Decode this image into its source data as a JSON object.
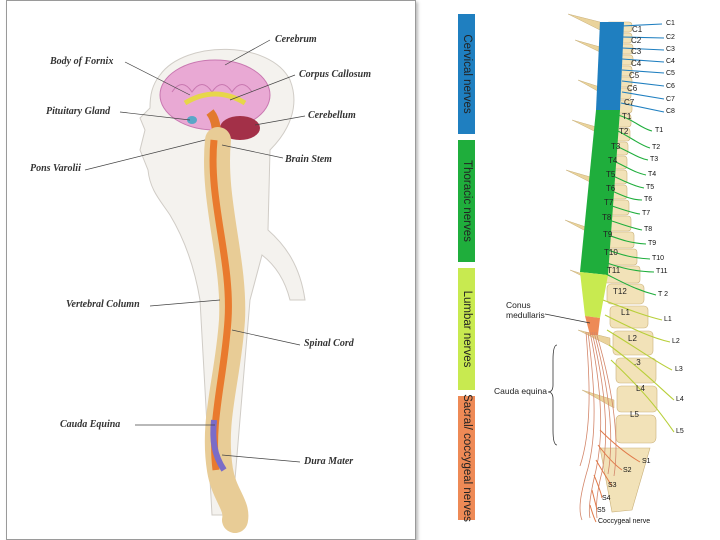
{
  "left": {
    "labels": {
      "body_of_fornix": "Body of Fornix",
      "cerebrum": "Cerebrum",
      "corpus_callosum": "Corpus Callosum",
      "pituitary_gland": "Pituitary Gland",
      "cerebellum": "Cerebellum",
      "pons_varolii": "Pons Varolii",
      "brain_stem": "Brain Stem",
      "vertebral_column": "Vertebral Column",
      "spinal_cord": "Spinal Cord",
      "cauda_equina": "Cauda Equina",
      "dura_mater": "Dura Mater"
    }
  },
  "right": {
    "bands": {
      "cervical": "Cervical nerves",
      "thoracic": "Thoracic nerves",
      "lumbar": "Lumbar nerves",
      "sacral": "Sacral/ coccygeal nerves"
    },
    "nerve_labels": [
      "C1",
      "C2",
      "C3",
      "C4",
      "C5",
      "C6",
      "C7",
      "C8",
      "T1",
      "T2",
      "T3",
      "T4",
      "T5",
      "T6",
      "T7",
      "T8",
      "T9",
      "T10",
      "T11",
      "T 2",
      "L1",
      "L2",
      "L3",
      "L4",
      "L5",
      "S1",
      "S2",
      "S3",
      "S4",
      "S5",
      "Coccygeal nerve"
    ],
    "vertebra_labels": [
      "C1",
      "C2",
      "C3",
      "C4",
      "C5",
      "C6",
      "C7",
      "T1",
      "T2",
      "T3",
      "T4",
      "T5",
      "T6",
      "T7",
      "T8",
      "T9",
      "T10",
      "T11",
      "T12",
      "L1",
      "L2",
      ".3",
      "L4",
      "L5"
    ],
    "annotations": {
      "conus_line1": "Conus",
      "conus_line2": "medullaris",
      "cauda": "Cauda equina"
    },
    "colors": {
      "cervical": "#1f7fc0",
      "thoracic": "#1fae3c",
      "lumbar": "#c8ea50",
      "sacral": "#ee8a56"
    }
  }
}
